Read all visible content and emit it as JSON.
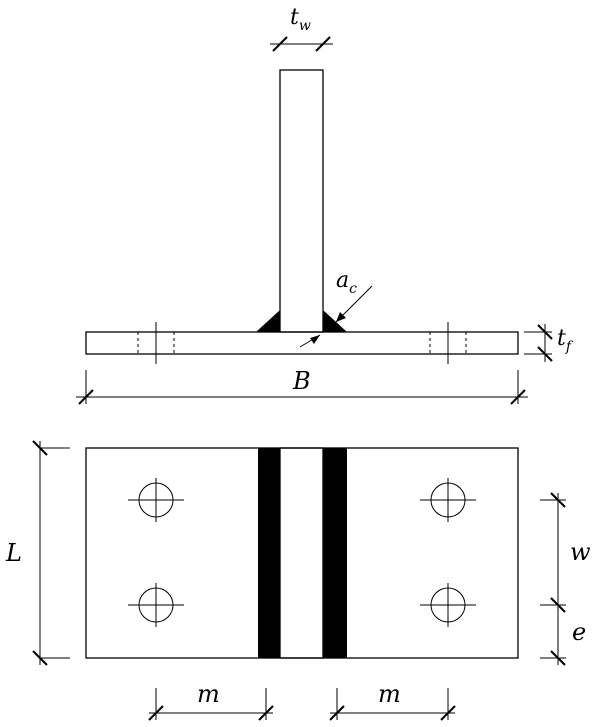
{
  "labels": {
    "tw": {
      "main": "t",
      "sub": "w"
    },
    "ac": {
      "main": "a",
      "sub": "c"
    },
    "tf": {
      "main": "t",
      "sub": "f"
    },
    "B": "B",
    "L": "L",
    "w": "w",
    "e": "e",
    "m_left": "m",
    "m_right": "m"
  }
}
